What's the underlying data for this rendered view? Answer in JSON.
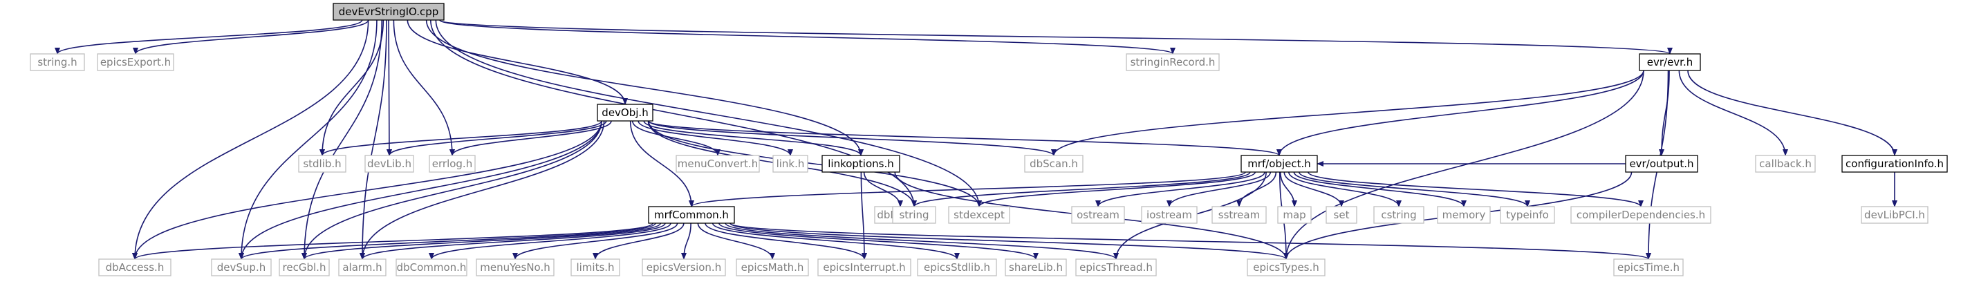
{
  "diagram": {
    "colors": {
      "root_fill": "#bfbfbf",
      "documented_border": "#000000",
      "external_border": "#bfbfbf",
      "documented_text": "#000000",
      "external_text": "#7f7f7f",
      "edge": "#191970"
    },
    "nodes": [
      {
        "id": "devEvrStringIO",
        "label": "devEvrStringIO.cpp",
        "kind": "root"
      },
      {
        "id": "string_h",
        "label": "string.h",
        "kind": "external"
      },
      {
        "id": "epicsExport",
        "label": "epicsExport.h",
        "kind": "external"
      },
      {
        "id": "stringinRecord",
        "label": "stringinRecord.h",
        "kind": "external"
      },
      {
        "id": "evr",
        "label": "evr/evr.h",
        "kind": "documented"
      },
      {
        "id": "devObj",
        "label": "devObj.h",
        "kind": "documented"
      },
      {
        "id": "stdlib",
        "label": "stdlib.h",
        "kind": "external"
      },
      {
        "id": "devLib",
        "label": "devLib.h",
        "kind": "external"
      },
      {
        "id": "errlog",
        "label": "errlog.h",
        "kind": "external"
      },
      {
        "id": "menuConvert",
        "label": "menuConvert.h",
        "kind": "external"
      },
      {
        "id": "link",
        "label": "link.h",
        "kind": "external"
      },
      {
        "id": "linkoptions",
        "label": "linkoptions.h",
        "kind": "documented"
      },
      {
        "id": "dbScan",
        "label": "dbScan.h",
        "kind": "external"
      },
      {
        "id": "evrOutput",
        "label": "evr/output.h",
        "kind": "documented"
      },
      {
        "id": "callback",
        "label": "callback.h",
        "kind": "external"
      },
      {
        "id": "configInfo",
        "label": "configurationInfo.h",
        "kind": "documented"
      },
      {
        "id": "devLibPCI",
        "label": "devLibPCI.h",
        "kind": "external"
      },
      {
        "id": "mrfObject",
        "label": "mrf/object.h",
        "kind": "documented"
      },
      {
        "id": "dbDefs",
        "label": "dbDefs.h",
        "kind": "external"
      },
      {
        "id": "string",
        "label": "string",
        "kind": "external"
      },
      {
        "id": "stdexcept",
        "label": "stdexcept",
        "kind": "external"
      },
      {
        "id": "ostream",
        "label": "ostream",
        "kind": "external"
      },
      {
        "id": "iostream",
        "label": "iostream",
        "kind": "external"
      },
      {
        "id": "sstream",
        "label": "sstream",
        "kind": "external"
      },
      {
        "id": "map",
        "label": "map",
        "kind": "external"
      },
      {
        "id": "set",
        "label": "set",
        "kind": "external"
      },
      {
        "id": "cstring",
        "label": "cstring",
        "kind": "external"
      },
      {
        "id": "memory",
        "label": "memory",
        "kind": "external"
      },
      {
        "id": "typeinfo",
        "label": "typeinfo",
        "kind": "external"
      },
      {
        "id": "compilerDeps",
        "label": "compilerDependencies.h",
        "kind": "external"
      },
      {
        "id": "mrfCommon",
        "label": "mrfCommon.h",
        "kind": "documented"
      },
      {
        "id": "dbAccess",
        "label": "dbAccess.h",
        "kind": "external"
      },
      {
        "id": "devSup",
        "label": "devSup.h",
        "kind": "external"
      },
      {
        "id": "recGbl",
        "label": "recGbl.h",
        "kind": "external"
      },
      {
        "id": "alarm",
        "label": "alarm.h",
        "kind": "external"
      },
      {
        "id": "dbCommon",
        "label": "dbCommon.h",
        "kind": "external"
      },
      {
        "id": "menuYesNo",
        "label": "menuYesNo.h",
        "kind": "external"
      },
      {
        "id": "limits",
        "label": "limits.h",
        "kind": "external"
      },
      {
        "id": "epicsVersion",
        "label": "epicsVersion.h",
        "kind": "external"
      },
      {
        "id": "epicsMath",
        "label": "epicsMath.h",
        "kind": "external"
      },
      {
        "id": "epicsInterrupt",
        "label": "epicsInterrupt.h",
        "kind": "external"
      },
      {
        "id": "epicsStdlib",
        "label": "epicsStdlib.h",
        "kind": "external"
      },
      {
        "id": "shareLib",
        "label": "shareLib.h",
        "kind": "external"
      },
      {
        "id": "epicsThread",
        "label": "epicsThread.h",
        "kind": "external"
      },
      {
        "id": "epicsTypes",
        "label": "epicsTypes.h",
        "kind": "external"
      },
      {
        "id": "epicsTime",
        "label": "epicsTime.h",
        "kind": "external"
      }
    ],
    "edges": [
      [
        "devEvrStringIO",
        "string_h"
      ],
      [
        "devEvrStringIO",
        "epicsExport"
      ],
      [
        "devEvrStringIO",
        "stringinRecord"
      ],
      [
        "devEvrStringIO",
        "evr"
      ],
      [
        "devEvrStringIO",
        "devObj"
      ],
      [
        "devEvrStringIO",
        "stdlib"
      ],
      [
        "devEvrStringIO",
        "devLib"
      ],
      [
        "devEvrStringIO",
        "errlog"
      ],
      [
        "devEvrStringIO",
        "linkoptions"
      ],
      [
        "devEvrStringIO",
        "string"
      ],
      [
        "devEvrStringIO",
        "stdexcept"
      ],
      [
        "devEvrStringIO",
        "dbAccess"
      ],
      [
        "devEvrStringIO",
        "devSup"
      ],
      [
        "devEvrStringIO",
        "recGbl"
      ],
      [
        "devEvrStringIO",
        "alarm"
      ],
      [
        "evr",
        "evrOutput"
      ],
      [
        "evr",
        "callback"
      ],
      [
        "evr",
        "configInfo"
      ],
      [
        "evr",
        "mrfObject"
      ],
      [
        "evr",
        "dbScan"
      ],
      [
        "evr",
        "epicsTypes"
      ],
      [
        "evr",
        "epicsTime"
      ],
      [
        "evrOutput",
        "mrfObject"
      ],
      [
        "evrOutput",
        "epicsTypes"
      ],
      [
        "configInfo",
        "devLibPCI"
      ],
      [
        "devObj",
        "stdlib"
      ],
      [
        "devObj",
        "devLib"
      ],
      [
        "devObj",
        "errlog"
      ],
      [
        "devObj",
        "menuConvert"
      ],
      [
        "devObj",
        "link"
      ],
      [
        "devObj",
        "linkoptions"
      ],
      [
        "devObj",
        "dbScan"
      ],
      [
        "devObj",
        "mrfObject"
      ],
      [
        "devObj",
        "string"
      ],
      [
        "devObj",
        "stdexcept"
      ],
      [
        "devObj",
        "mrfCommon"
      ],
      [
        "devObj",
        "dbAccess"
      ],
      [
        "devObj",
        "devSup"
      ],
      [
        "devObj",
        "recGbl"
      ],
      [
        "devObj",
        "alarm"
      ],
      [
        "linkoptions",
        "dbDefs"
      ],
      [
        "linkoptions",
        "epicsTypes"
      ],
      [
        "linkoptions",
        "epicsInterrupt"
      ],
      [
        "mrfObject",
        "string"
      ],
      [
        "mrfObject",
        "stdexcept"
      ],
      [
        "mrfObject",
        "ostream"
      ],
      [
        "mrfObject",
        "iostream"
      ],
      [
        "mrfObject",
        "sstream"
      ],
      [
        "mrfObject",
        "map"
      ],
      [
        "mrfObject",
        "set"
      ],
      [
        "mrfObject",
        "cstring"
      ],
      [
        "mrfObject",
        "memory"
      ],
      [
        "mrfObject",
        "typeinfo"
      ],
      [
        "mrfObject",
        "compilerDeps"
      ],
      [
        "mrfObject",
        "epicsTypes"
      ],
      [
        "mrfObject",
        "epicsThread"
      ],
      [
        "mrfObject",
        "mrfCommon"
      ],
      [
        "mrfCommon",
        "dbAccess"
      ],
      [
        "mrfCommon",
        "devSup"
      ],
      [
        "mrfCommon",
        "recGbl"
      ],
      [
        "mrfCommon",
        "alarm"
      ],
      [
        "mrfCommon",
        "dbCommon"
      ],
      [
        "mrfCommon",
        "menuYesNo"
      ],
      [
        "mrfCommon",
        "limits"
      ],
      [
        "mrfCommon",
        "epicsVersion"
      ],
      [
        "mrfCommon",
        "epicsMath"
      ],
      [
        "mrfCommon",
        "epicsInterrupt"
      ],
      [
        "mrfCommon",
        "epicsStdlib"
      ],
      [
        "mrfCommon",
        "shareLib"
      ],
      [
        "mrfCommon",
        "epicsThread"
      ],
      [
        "mrfCommon",
        "epicsTypes"
      ],
      [
        "mrfCommon",
        "epicsTime"
      ]
    ]
  }
}
